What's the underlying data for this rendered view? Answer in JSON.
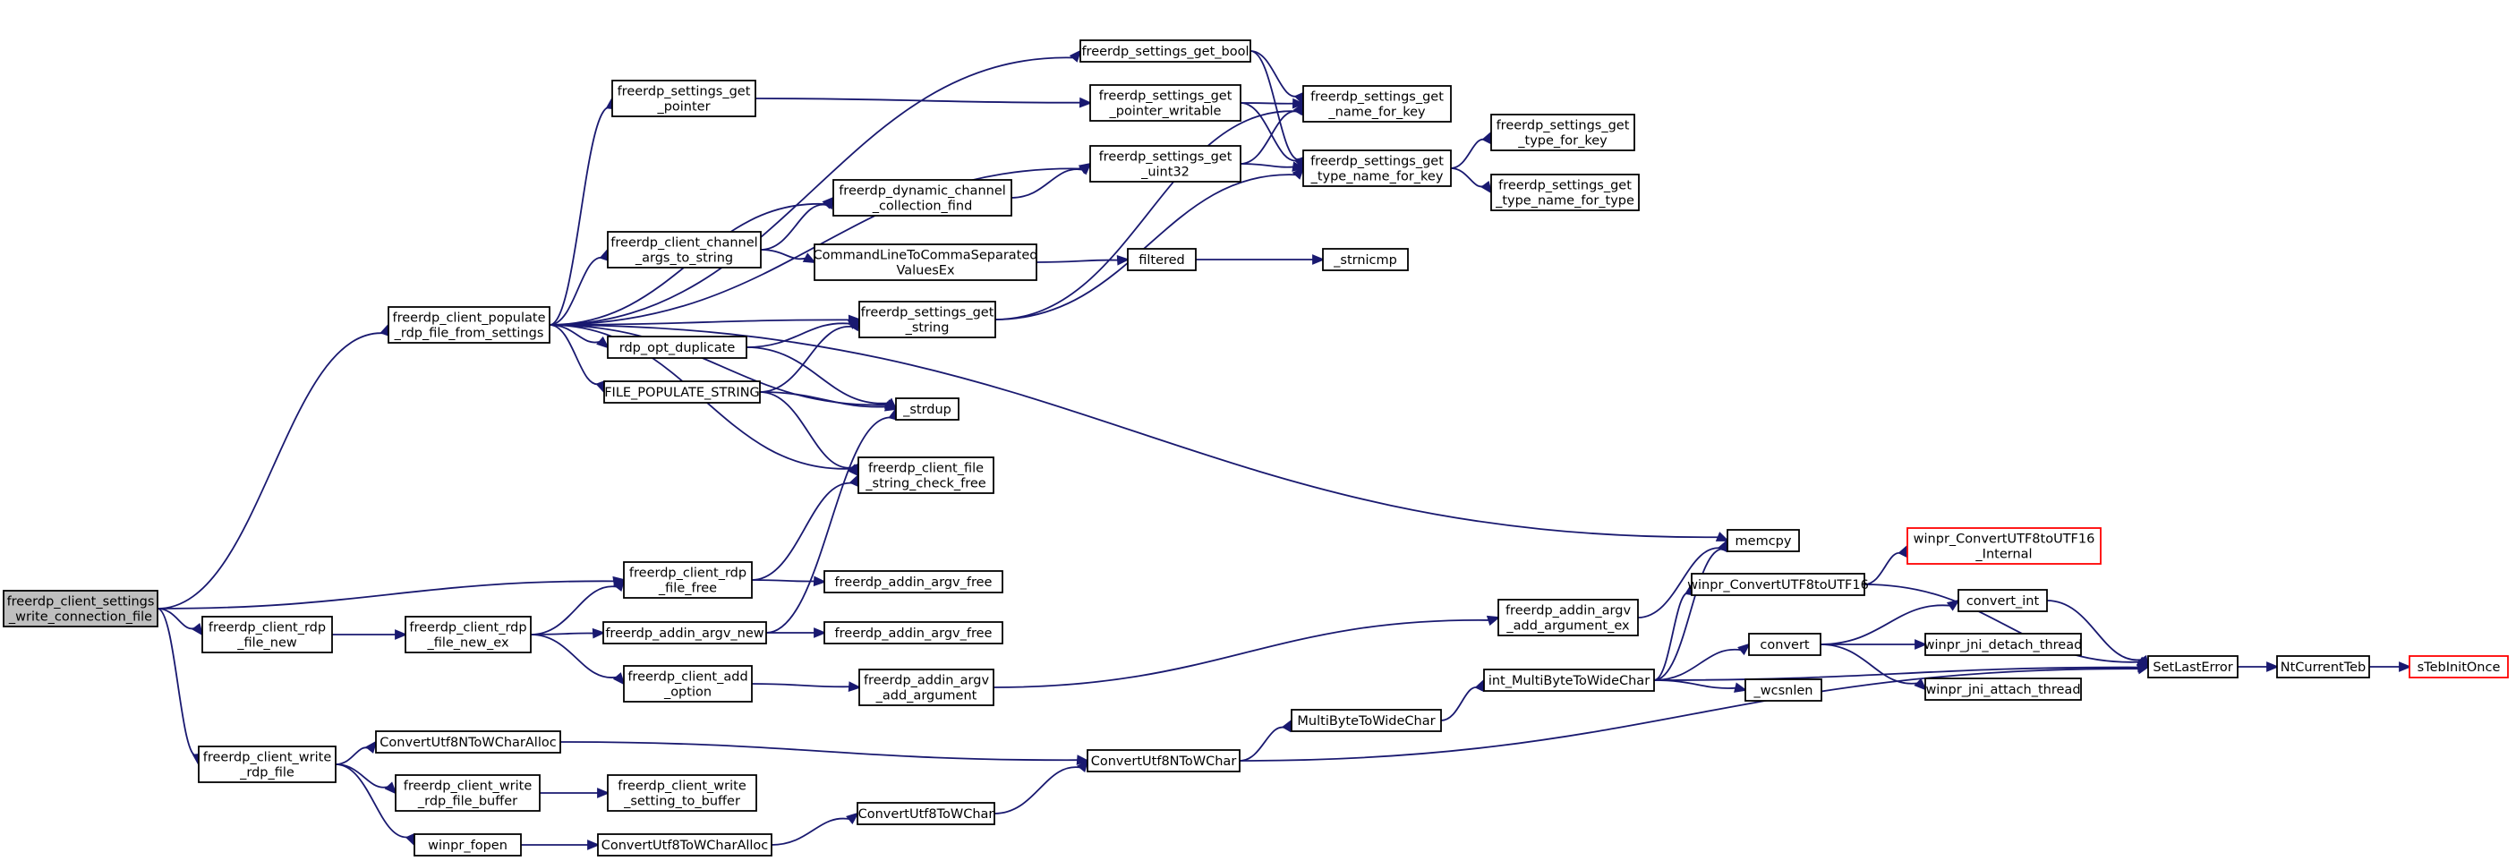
{
  "graph": {
    "nodes": [
      {
        "id": "root",
        "lines": [
          "freerdp_client_settings",
          "_write_connection_file"
        ],
        "style": "root"
      },
      {
        "id": "populate",
        "lines": [
          "freerdp_client_populate",
          "_rdp_file_from_settings"
        ]
      },
      {
        "id": "rdp_file_new",
        "lines": [
          "freerdp_client_rdp",
          "_file_new"
        ]
      },
      {
        "id": "write_rdp_file",
        "lines": [
          "freerdp_client_write",
          "_rdp_file"
        ]
      },
      {
        "id": "get_bool",
        "lines": [
          "freerdp_settings_get_bool"
        ]
      },
      {
        "id": "get_pointer",
        "lines": [
          "freerdp_settings_get",
          "_pointer"
        ]
      },
      {
        "id": "get_pointer_writable",
        "lines": [
          "freerdp_settings_get",
          "_pointer_writable"
        ]
      },
      {
        "id": "get_name_for_key",
        "lines": [
          "freerdp_settings_get",
          "_name_for_key"
        ]
      },
      {
        "id": "get_uint32",
        "lines": [
          "freerdp_settings_get",
          "_uint32"
        ]
      },
      {
        "id": "get_type_name_for_key",
        "lines": [
          "freerdp_settings_get",
          "_type_name_for_key"
        ]
      },
      {
        "id": "get_type_for_key",
        "lines": [
          "freerdp_settings_get",
          "_type_for_key"
        ]
      },
      {
        "id": "get_type_name_for_type",
        "lines": [
          "freerdp_settings_get",
          "_type_name_for_type"
        ]
      },
      {
        "id": "channel_collection_find",
        "lines": [
          "freerdp_dynamic_channel",
          "_collection_find"
        ]
      },
      {
        "id": "channel_args_to_string",
        "lines": [
          "freerdp_client_channel",
          "_args_to_string"
        ]
      },
      {
        "id": "cmdline_comma",
        "lines": [
          "CommandLineToCommaSeparated",
          "ValuesEx"
        ]
      },
      {
        "id": "filtered",
        "lines": [
          "filtered"
        ]
      },
      {
        "id": "strnicmp",
        "lines": [
          "_strnicmp"
        ]
      },
      {
        "id": "get_string",
        "lines": [
          "freerdp_settings_get",
          "_string"
        ]
      },
      {
        "id": "rdp_opt_duplicate",
        "lines": [
          "rdp_opt_duplicate"
        ]
      },
      {
        "id": "file_populate_string",
        "lines": [
          "FILE_POPULATE_STRING"
        ]
      },
      {
        "id": "strdup",
        "lines": [
          "_strdup"
        ]
      },
      {
        "id": "string_check_free",
        "lines": [
          "freerdp_client_file",
          "_string_check_free"
        ]
      },
      {
        "id": "memcpy",
        "lines": [
          "memcpy"
        ]
      },
      {
        "id": "rdp_file_free",
        "lines": [
          "freerdp_client_rdp",
          "_file_free"
        ]
      },
      {
        "id": "argv_free_1",
        "lines": [
          "freerdp_addin_argv_free"
        ]
      },
      {
        "id": "rdp_file_new_ex",
        "lines": [
          "freerdp_client_rdp",
          "_file_new_ex"
        ]
      },
      {
        "id": "addin_argv_new",
        "lines": [
          "freerdp_addin_argv_new"
        ]
      },
      {
        "id": "argv_free_2",
        "lines": [
          "freerdp_addin_argv_free"
        ]
      },
      {
        "id": "add_option",
        "lines": [
          "freerdp_client_add",
          "_option"
        ]
      },
      {
        "id": "add_argument",
        "lines": [
          "freerdp_addin_argv",
          "_add_argument"
        ]
      },
      {
        "id": "add_argument_ex",
        "lines": [
          "freerdp_addin_argv",
          "_add_argument_ex"
        ]
      },
      {
        "id": "winpr_utf8_to_utf16",
        "lines": [
          "winpr_ConvertUTF8toUTF16"
        ]
      },
      {
        "id": "utf8_to_utf16_internal",
        "lines": [
          "winpr_ConvertUTF8toUTF16",
          "_Internal"
        ],
        "style": "trunc"
      },
      {
        "id": "int_mb2wc",
        "lines": [
          "int_MultiByteToWideChar"
        ]
      },
      {
        "id": "convert",
        "lines": [
          "convert"
        ]
      },
      {
        "id": "convert_int",
        "lines": [
          "convert_int"
        ]
      },
      {
        "id": "jni_detach",
        "lines": [
          "winpr_jni_detach_thread"
        ]
      },
      {
        "id": "jni_attach",
        "lines": [
          "winpr_jni_attach_thread"
        ]
      },
      {
        "id": "wcsnlen",
        "lines": [
          "_wcsnlen"
        ]
      },
      {
        "id": "set_last_error",
        "lines": [
          "SetLastError"
        ]
      },
      {
        "id": "nt_current_teb",
        "lines": [
          "NtCurrentTeb"
        ]
      },
      {
        "id": "teb_init_once",
        "lines": [
          "sTebInitOnce"
        ],
        "style": "trunc"
      },
      {
        "id": "mb2wc",
        "lines": [
          "MultiByteToWideChar"
        ]
      },
      {
        "id": "conv_utf8n_alloc",
        "lines": [
          "ConvertUtf8NToWCharAlloc"
        ]
      },
      {
        "id": "conv_utf8n",
        "lines": [
          "ConvertUtf8NToWChar"
        ]
      },
      {
        "id": "write_rdp_file_buffer",
        "lines": [
          "freerdp_client_write",
          "_rdp_file_buffer"
        ]
      },
      {
        "id": "write_setting_to_buffer",
        "lines": [
          "freerdp_client_write",
          "_setting_to_buffer"
        ]
      },
      {
        "id": "winpr_fopen",
        "lines": [
          "winpr_fopen"
        ]
      },
      {
        "id": "conv_utf8_alloc",
        "lines": [
          "ConvertUtf8ToWCharAlloc"
        ]
      },
      {
        "id": "conv_utf8",
        "lines": [
          "ConvertUtf8ToWChar"
        ]
      }
    ],
    "edges": [
      [
        "root",
        "populate"
      ],
      [
        "root",
        "rdp_file_new"
      ],
      [
        "root",
        "write_rdp_file"
      ],
      [
        "root",
        "rdp_file_free"
      ],
      [
        "populate",
        "get_bool"
      ],
      [
        "populate",
        "get_pointer"
      ],
      [
        "populate",
        "get_uint32"
      ],
      [
        "populate",
        "channel_collection_find"
      ],
      [
        "populate",
        "channel_args_to_string"
      ],
      [
        "populate",
        "get_string"
      ],
      [
        "populate",
        "rdp_opt_duplicate"
      ],
      [
        "populate",
        "file_populate_string"
      ],
      [
        "populate",
        "strdup"
      ],
      [
        "populate",
        "string_check_free"
      ],
      [
        "populate",
        "memcpy"
      ],
      [
        "get_bool",
        "get_name_for_key"
      ],
      [
        "get_bool",
        "get_type_name_for_key"
      ],
      [
        "get_pointer",
        "get_pointer_writable"
      ],
      [
        "get_pointer_writable",
        "get_name_for_key"
      ],
      [
        "get_pointer_writable",
        "get_type_name_for_key"
      ],
      [
        "get_uint32",
        "get_name_for_key"
      ],
      [
        "get_uint32",
        "get_type_name_for_key"
      ],
      [
        "get_type_name_for_key",
        "get_type_for_key"
      ],
      [
        "get_type_name_for_key",
        "get_type_name_for_type"
      ],
      [
        "channel_collection_find",
        "get_uint32"
      ],
      [
        "channel_args_to_string",
        "channel_collection_find"
      ],
      [
        "channel_args_to_string",
        "cmdline_comma"
      ],
      [
        "cmdline_comma",
        "filtered"
      ],
      [
        "filtered",
        "strnicmp"
      ],
      [
        "get_string",
        "get_name_for_key"
      ],
      [
        "get_string",
        "get_type_name_for_key"
      ],
      [
        "rdp_opt_duplicate",
        "get_string"
      ],
      [
        "rdp_opt_duplicate",
        "strdup"
      ],
      [
        "file_populate_string",
        "get_string"
      ],
      [
        "file_populate_string",
        "strdup"
      ],
      [
        "file_populate_string",
        "string_check_free"
      ],
      [
        "rdp_file_free",
        "string_check_free"
      ],
      [
        "rdp_file_free",
        "argv_free_1"
      ],
      [
        "rdp_file_new",
        "rdp_file_new_ex"
      ],
      [
        "rdp_file_new_ex",
        "rdp_file_free"
      ],
      [
        "rdp_file_new_ex",
        "addin_argv_new"
      ],
      [
        "rdp_file_new_ex",
        "add_option"
      ],
      [
        "addin_argv_new",
        "strdup"
      ],
      [
        "addin_argv_new",
        "argv_free_2"
      ],
      [
        "add_option",
        "add_argument"
      ],
      [
        "add_argument",
        "add_argument_ex"
      ],
      [
        "add_argument_ex",
        "memcpy"
      ],
      [
        "int_mb2wc",
        "memcpy"
      ],
      [
        "int_mb2wc",
        "winpr_utf8_to_utf16"
      ],
      [
        "int_mb2wc",
        "convert"
      ],
      [
        "int_mb2wc",
        "wcsnlen"
      ],
      [
        "int_mb2wc",
        "set_last_error"
      ],
      [
        "winpr_utf8_to_utf16",
        "utf8_to_utf16_internal"
      ],
      [
        "winpr_utf8_to_utf16",
        "set_last_error"
      ],
      [
        "convert",
        "convert_int"
      ],
      [
        "convert",
        "jni_detach"
      ],
      [
        "convert",
        "jni_attach"
      ],
      [
        "convert_int",
        "set_last_error"
      ],
      [
        "set_last_error",
        "nt_current_teb"
      ],
      [
        "nt_current_teb",
        "teb_init_once"
      ],
      [
        "mb2wc",
        "int_mb2wc"
      ],
      [
        "write_rdp_file",
        "conv_utf8n_alloc"
      ],
      [
        "write_rdp_file",
        "write_rdp_file_buffer"
      ],
      [
        "write_rdp_file",
        "winpr_fopen"
      ],
      [
        "conv_utf8n_alloc",
        "conv_utf8n"
      ],
      [
        "conv_utf8n",
        "mb2wc"
      ],
      [
        "conv_utf8n",
        "set_last_error"
      ],
      [
        "write_rdp_file_buffer",
        "write_setting_to_buffer"
      ],
      [
        "winpr_fopen",
        "conv_utf8_alloc"
      ],
      [
        "conv_utf8_alloc",
        "conv_utf8"
      ],
      [
        "conv_utf8",
        "conv_utf8n"
      ]
    ]
  }
}
